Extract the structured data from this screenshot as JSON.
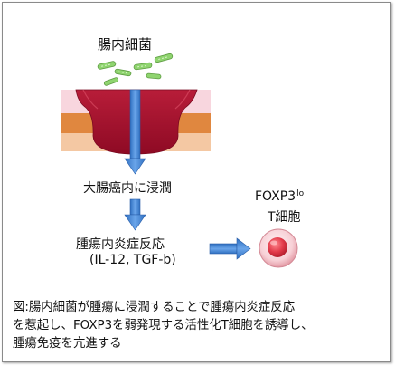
{
  "diagram": {
    "bacteria_label": "腸内細菌",
    "invasion_label": "大腸癌内に浸潤",
    "inflammation_label": "腫瘍内炎症反応",
    "cytokine_label": "(IL-12, TGF-b)",
    "foxp3_label": "FOXP3",
    "foxp3_superscript": "lo",
    "tcell_label": "T細胞"
  },
  "caption": "図:腸内細菌が腫瘍に浸潤することで腫瘍内炎症反応\nを惹起し、FOXP3を弱発現する活性化T細胞を誘導し、\n腫瘍免疫を亢進する",
  "colors": {
    "tissue_deep": "#e0873f",
    "tissue_mid": "#f4c8a3",
    "tissue_light": "#f8d6de",
    "tumor": "#a30f2c",
    "tumor_edge": "#c0304a",
    "arrow": "#4a86d2",
    "bacteria": "#8fd46f",
    "cell_ring": "#e8a0aa",
    "cell_nucleus": "#e33b4c"
  },
  "icons": [
    "bacteria-icon",
    "tumor-tissue-icon",
    "down-arrow-icon",
    "right-arrow-icon",
    "t-cell-icon"
  ]
}
